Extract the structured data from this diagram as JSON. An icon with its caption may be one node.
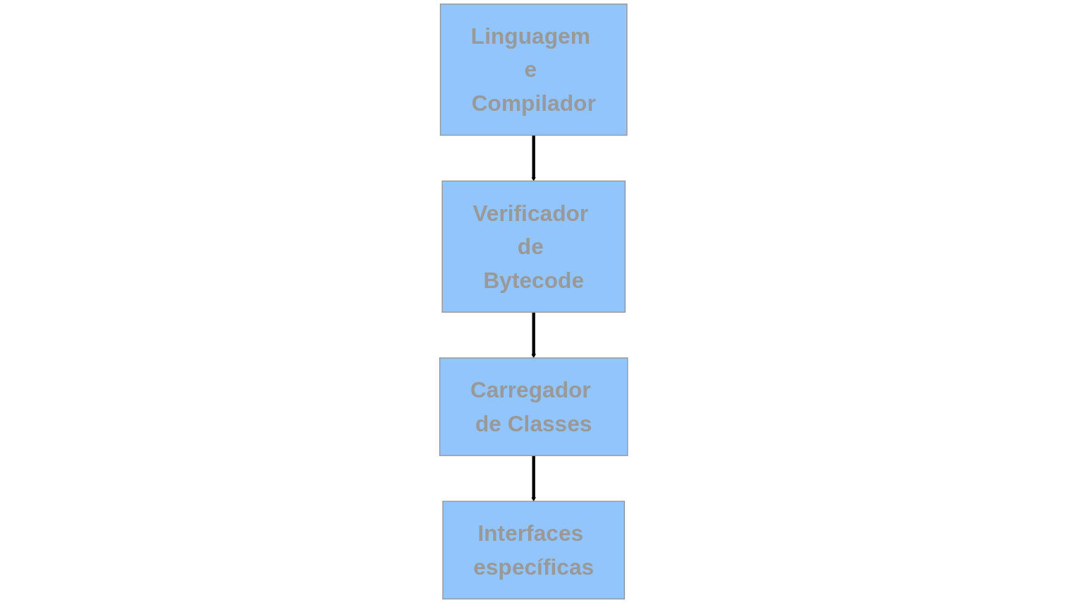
{
  "diagram": {
    "nodes": [
      {
        "text": [
          "Linguagem e Compilador"
        ]
      },
      {
        "text": [
          "Verificador de Bytecode"
        ]
      },
      {
        "text": [
          "Carregador de Classes"
        ]
      },
      {
        "text": [
          "Interfaces específicas"
        ]
      }
    ],
    "edges": [
      {
        "from": 0,
        "to": 1,
        "arrow": "to"
      },
      {
        "from": 1,
        "to": 2,
        "arrow": "to"
      },
      {
        "from": 2,
        "to": 3,
        "arrow": "to"
      }
    ]
  }
}
